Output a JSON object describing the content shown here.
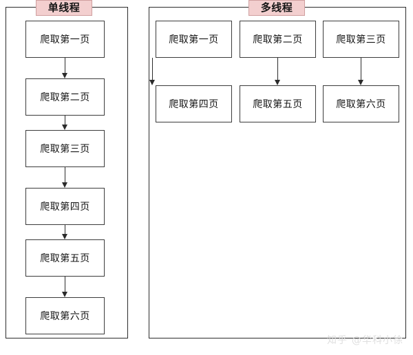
{
  "panels": [
    {
      "id": "single-thread",
      "tag_label": "单线程",
      "steps": [
        {
          "label": "爬取第一页"
        },
        {
          "label": "爬取第二页"
        },
        {
          "label": "爬取第三页"
        },
        {
          "label": "爬取第四页"
        },
        {
          "label": "爬取第五页"
        },
        {
          "label": "爬取第六页"
        }
      ]
    },
    {
      "id": "multi-thread",
      "tag_label": "多线程",
      "row1": [
        {
          "label": "爬取第一页"
        },
        {
          "label": "爬取第二页"
        },
        {
          "label": "爬取第三页"
        }
      ],
      "row2": [
        {
          "label": "爬取第四页"
        },
        {
          "label": "爬取第五页"
        },
        {
          "label": "爬取第六页"
        }
      ]
    }
  ],
  "watermark": {
    "logo": "知乎",
    "handle": "@华科小徐"
  },
  "colors": {
    "tag_background": "#f3cfcf",
    "tag_border": "#cf9f9f",
    "box_border": "#3a3a3a",
    "panel_border": "#2b2b2b",
    "arrow": "#2b2b2b",
    "watermark_text": "#dfdfdf",
    "canvas_background": "#ffffff"
  }
}
